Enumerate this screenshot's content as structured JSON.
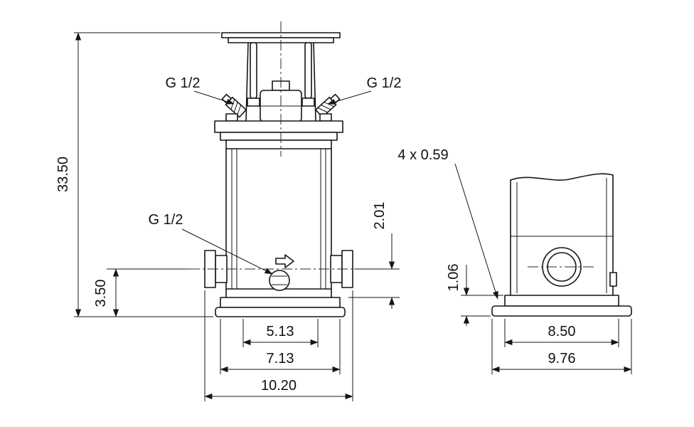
{
  "drawing": {
    "front_view": {
      "labels": {
        "top_left_port": "G 1/2",
        "top_right_port": "G 1/2",
        "drain_port": "G 1/2"
      },
      "dimensions": {
        "overall_height": "33.50",
        "port_height_from_floor": "3.50",
        "port_height_above_base": "2.01",
        "inner_base_width": "5.13",
        "base_plate_width": "7.13",
        "port_to_port_width": "10.20"
      }
    },
    "side_view": {
      "labels": {
        "bolt_holes_note": "4 x 0.59"
      },
      "dimensions": {
        "base_height": "1.06",
        "base_plate_depth": "8.50",
        "overall_depth": "9.76"
      }
    }
  }
}
